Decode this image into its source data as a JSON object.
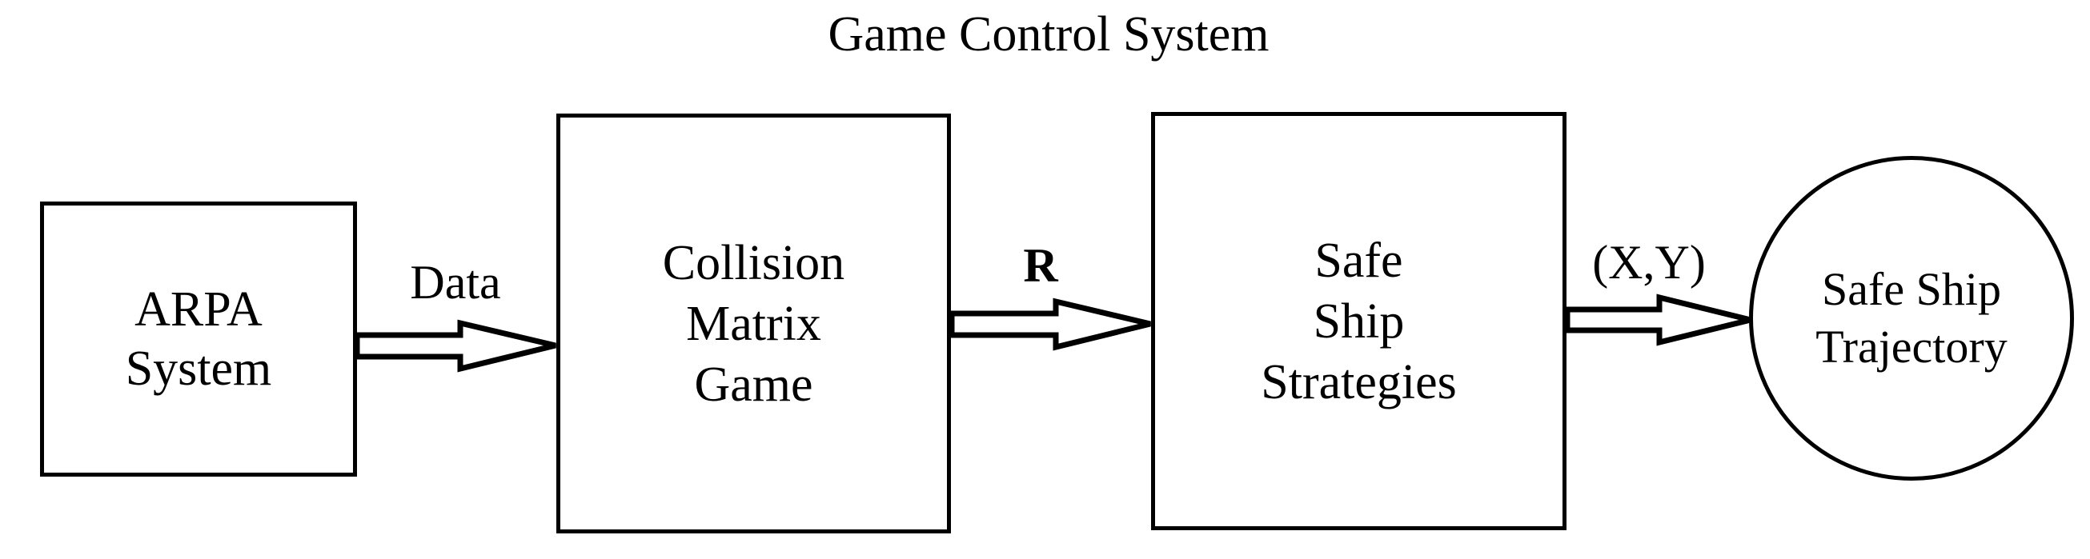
{
  "diagram": {
    "type": "block-flow-diagram",
    "title": "Game Control System",
    "background_color": "#ffffff",
    "stroke_color": "#000000",
    "nodes": [
      {
        "id": "arpa-system",
        "shape": "rectangle",
        "lines": [
          "ARPA",
          "System"
        ],
        "line1": "ARPA",
        "line2": "System"
      },
      {
        "id": "collision-matrix-game",
        "shape": "rectangle",
        "lines": [
          "Collision",
          "Matrix",
          "Game"
        ],
        "line1": "Collision",
        "line2": "Matrix",
        "line3": "Game"
      },
      {
        "id": "safe-ship-strategies",
        "shape": "rectangle",
        "lines": [
          "Safe",
          "Ship",
          "Strategies"
        ],
        "line1": "Safe",
        "line2": "Ship",
        "line3": "Strategies"
      },
      {
        "id": "safe-ship-trajectory",
        "shape": "circle",
        "lines": [
          "Safe Ship",
          "Trajectory"
        ],
        "line1": "Safe Ship",
        "line2": "Trajectory"
      }
    ],
    "edges": [
      {
        "id": "arpa-to-game",
        "label": "Data",
        "from": "arpa-system",
        "to": "collision-matrix-game",
        "style": "hollow-block-arrow",
        "bold_label": false
      },
      {
        "id": "game-to-strategies",
        "label": "R",
        "from": "collision-matrix-game",
        "to": "safe-ship-strategies",
        "style": "hollow-block-arrow",
        "bold_label": true
      },
      {
        "id": "strategies-to-trajectory",
        "label": "(X,Y)",
        "from": "safe-ship-strategies",
        "to": "safe-ship-trajectory",
        "style": "hollow-block-arrow",
        "bold_label": false
      }
    ]
  }
}
